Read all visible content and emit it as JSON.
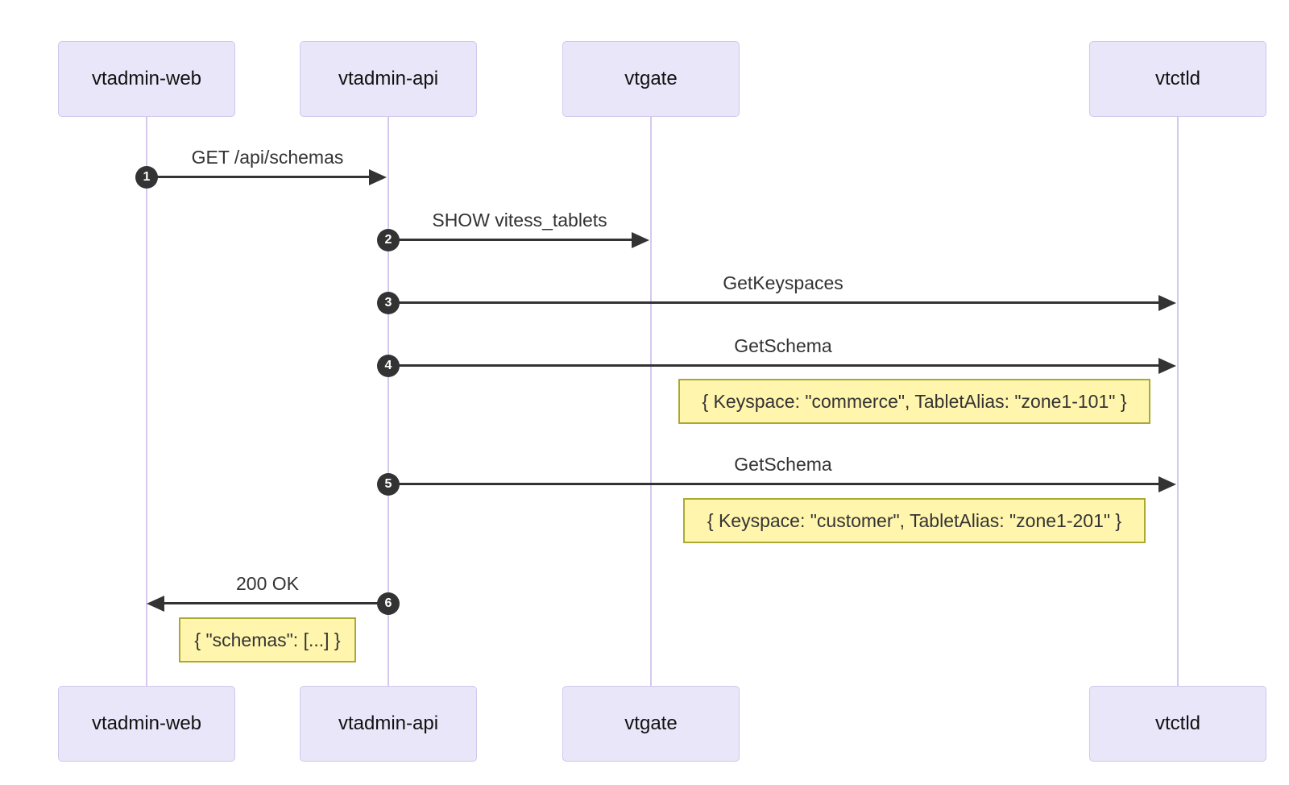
{
  "diagram": {
    "type": "sequence",
    "actors": [
      {
        "name": "vtadmin-web"
      },
      {
        "name": "vtadmin-api"
      },
      {
        "name": "vtgate"
      },
      {
        "name": "vtctld"
      }
    ],
    "messages": [
      {
        "seq": "1",
        "from": "vtadmin-web",
        "to": "vtadmin-api",
        "label": "GET /api/schemas"
      },
      {
        "seq": "2",
        "from": "vtadmin-api",
        "to": "vtgate",
        "label": "SHOW vitess_tablets"
      },
      {
        "seq": "3",
        "from": "vtadmin-api",
        "to": "vtctld",
        "label": "GetKeyspaces"
      },
      {
        "seq": "4",
        "from": "vtadmin-api",
        "to": "vtctld",
        "label": "GetSchema"
      },
      {
        "seq": "5",
        "from": "vtadmin-api",
        "to": "vtctld",
        "label": "GetSchema"
      },
      {
        "seq": "6",
        "from": "vtadmin-api",
        "to": "vtadmin-web",
        "label": "200 OK"
      }
    ],
    "notes": [
      {
        "text": "{ Keyspace: \"commerce\", TabletAlias: \"zone1-101\" }",
        "near": "GetSchema #4"
      },
      {
        "text": "{ Keyspace: \"customer\", TabletAlias: \"zone1-201\" }",
        "near": "GetSchema #5"
      },
      {
        "text": "{ \"schemas\": [...] }",
        "near": "200 OK #6"
      }
    ],
    "colors": {
      "actor_fill": "#E8E6F8",
      "actor_border": "#D0C8EE",
      "lifeline": "#D5C8EE",
      "signal": "#333333",
      "note_fill": "#FFF5AD",
      "note_border": "#AAAA33",
      "badge_fill": "#333333",
      "badge_text": "#FFFFFF"
    }
  }
}
